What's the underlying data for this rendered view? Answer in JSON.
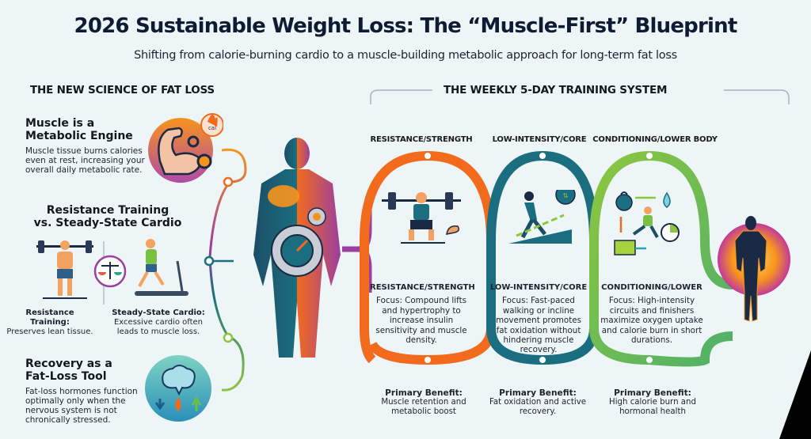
{
  "header": {
    "title": "2026 Sustainable Weight Loss: The “Muscle-First” Blueprint",
    "subtitle": "Shifting from calorie-burning cardio to a muscle-building metabolic approach for long-term fat loss"
  },
  "left_section": {
    "heading": "THE NEW SCIENCE OF FAT LOSS",
    "items": [
      {
        "title_line1": "Muscle is a",
        "title_line2": "Metabolic Engine",
        "body": "Muscle tissue burns calories even at rest, increasing your overall daily metabolic rate.",
        "icon": "flexed-arm-icon",
        "badge": "cal"
      },
      {
        "title_line1": "Resistance Training",
        "title_line2": "vs. Steady-State Cardio",
        "left_label": "Resistance Training:",
        "left_body": "Preserves lean tissue.",
        "right_label": "Steady-State Cardio:",
        "right_body": "Excessive cardio often leads to muscle loss.",
        "center_icon": "balance-scale-icon"
      },
      {
        "title_line1": "Recovery as a",
        "title_line2": "Fat-Loss Tool",
        "body": "Fat-loss hormones function optimally only when the nervous system is not chronically stressed.",
        "icon": "brain-icon"
      }
    ]
  },
  "right_section": {
    "heading": "THE WEEKLY 5-DAY TRAINING SYSTEM",
    "columns": [
      {
        "top_label": "RESISTANCE/STRENGTH",
        "focus_label": "RESISTANCE/STRENGTH",
        "focus_text": "Focus: Compound lifts and hypertrophy to increase insulin sensitivity and muscle density.",
        "benefit_label": "Primary Benefit:",
        "benefit_text": "Muscle retention and metabolic boost",
        "color": "#f26b1d",
        "icon": "squat-barbell-icon"
      },
      {
        "top_label": "LOW-INTENSITY/CORE",
        "focus_label": "LOW-INTENSITY/CORE",
        "focus_text": "Focus: Fast-paced walking or incline movement promotes fat oxidation without hindering muscle recovery.",
        "benefit_label": "Primary Benefit:",
        "benefit_text": "Fat oxidation and active recovery.",
        "color": "#1b6e80",
        "icon": "incline-walk-icon"
      },
      {
        "top_label": "CONDITIONING/LOWER BODY",
        "focus_label": "CONDITIONING/LOWER",
        "focus_text": "Focus: High-intensity circuits and finishers maximize oxygen uptake and calorie burn in short durations.",
        "benefit_label": "Primary Benefit:",
        "benefit_text": "High calorie burn and hormonal health",
        "color": "#8cc63f",
        "icon": "circuit-training-icon"
      }
    ]
  },
  "colors": {
    "background": "#eef5f6",
    "orange": "#f26b1d",
    "teal": "#1b6e80",
    "green": "#8cc63f",
    "purple": "#9b3fa0",
    "navy": "#1b2a44"
  }
}
